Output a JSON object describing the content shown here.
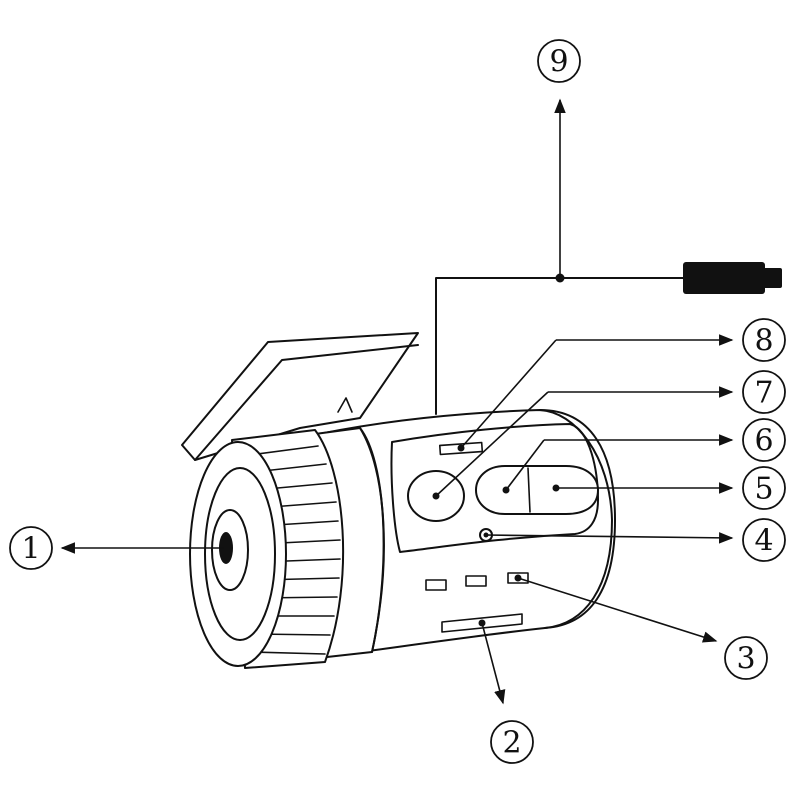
{
  "figure": {
    "callouts": [
      {
        "id": "1",
        "label": "1"
      },
      {
        "id": "2",
        "label": "2"
      },
      {
        "id": "3",
        "label": "3"
      },
      {
        "id": "4",
        "label": "4"
      },
      {
        "id": "5",
        "label": "5"
      },
      {
        "id": "6",
        "label": "6"
      },
      {
        "id": "7",
        "label": "7"
      },
      {
        "id": "8",
        "label": "8"
      },
      {
        "id": "9",
        "label": "9"
      }
    ],
    "colors": {
      "ink": "#111111",
      "paper": "#ffffff"
    }
  }
}
